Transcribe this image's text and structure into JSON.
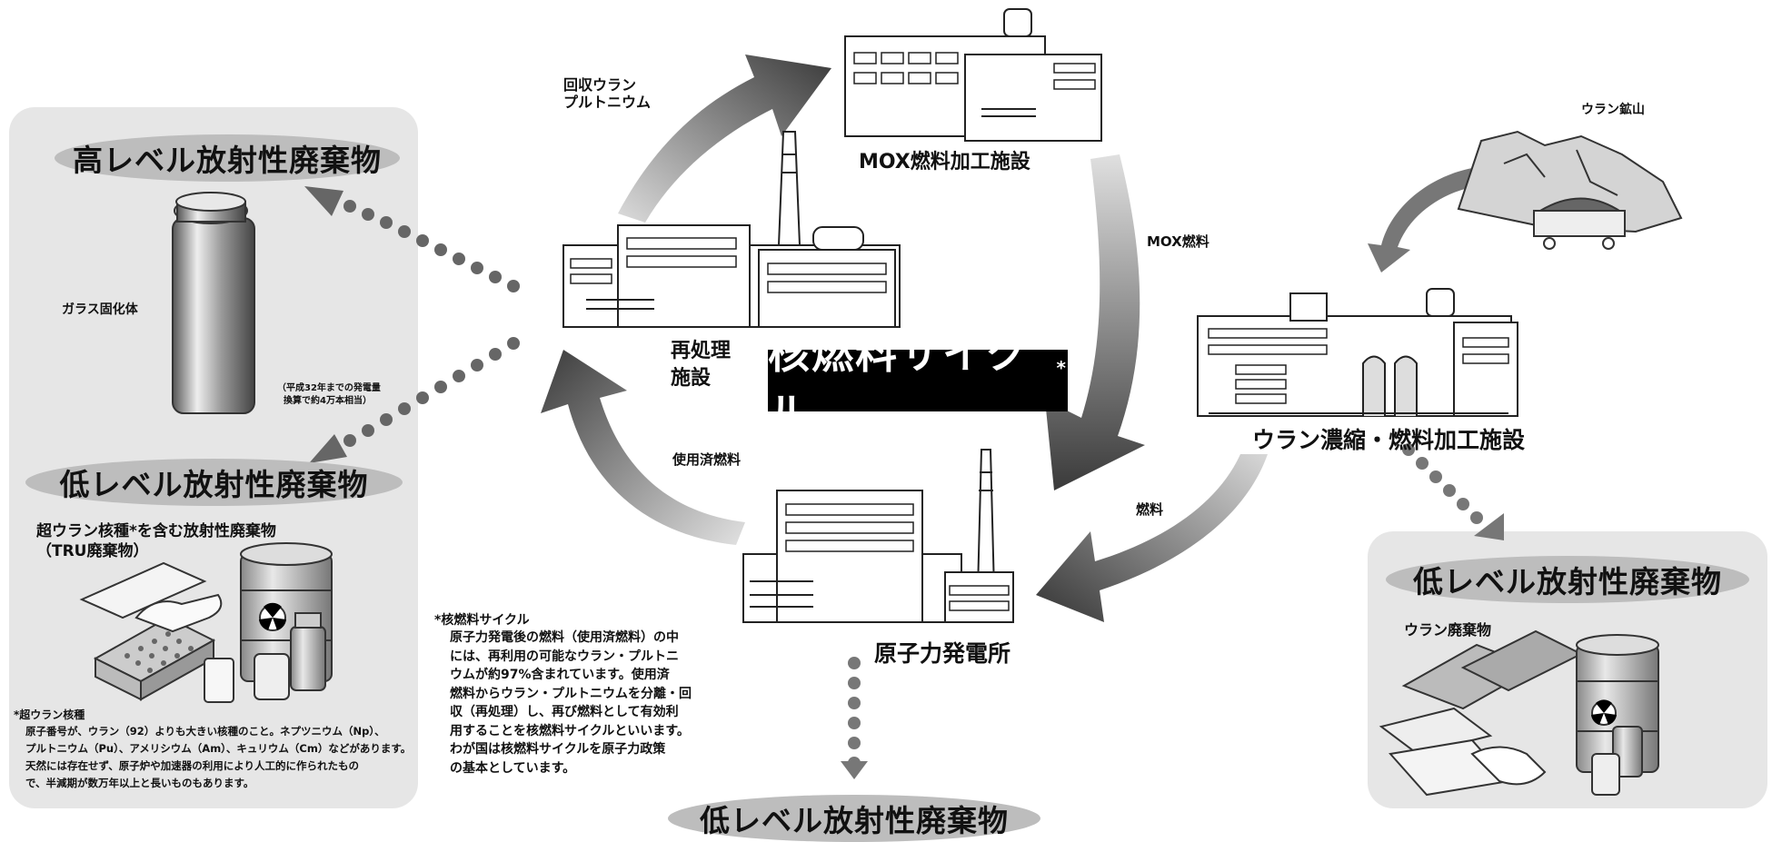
{
  "title": "核燃料サイクル",
  "title_mark": "*",
  "facilities": {
    "mox": "MOX燃料加工施設",
    "reprocessing_line1": "再処理",
    "reprocessing_line2": "施設",
    "enrichment": "ウラン濃縮・燃料加工施設",
    "power_plant": "原子力発電所",
    "uranium_mine": "ウラン鉱山"
  },
  "flows": {
    "recovered_line1": "回収ウラン",
    "recovered_line2": "プルトニウム",
    "mox_fuel": "MOX燃料",
    "spent_fuel": "使用済燃料",
    "fuel": "燃料"
  },
  "left_panel": {
    "high_level": "高レベル放射性廃棄物",
    "glass": "ガラス固化体",
    "note_line1": "（平成32年までの発電量",
    "note_line2": "換算で約4万本相当）",
    "low_level": "低レベル放射性廃棄物",
    "tru_line1": "超ウラン核種*を含む放射性廃棄物",
    "tru_line2": "（TRU廃棄物）",
    "footnote_title": "*超ウラン核種",
    "footnote_lines": [
      "原子番号が、ウラン（92）よりも大きい核種のこと。ネプツニウム（Np）、",
      "プルトニウム（Pu）、アメリシウム（Am）、キュリウム（Cm）などがあります。",
      "天然には存在せず、原子炉や加速器の利用により人工的に作られたもの",
      "で、半減期が数万年以上と長いものもあります。"
    ]
  },
  "right_panel": {
    "low_level": "低レベル放射性廃棄物",
    "uranium_waste": "ウラン廃棄物"
  },
  "bottom_low_level": "低レベル放射性廃棄物",
  "center_note": {
    "title": "*核燃料サイクル",
    "lines": [
      "原子力発電後の燃料（使用済燃料）の中",
      "には、再利用の可能なウラン・プルトニ",
      "ウムが約97%含まれています。使用済",
      "燃料からウラン・プルトニウムを分離・回",
      "収（再処理）し、再び燃料として有効利",
      "用することを核燃料サイクルといいます。",
      "わが国は核燃料サイクルを原子力政策",
      "の基本としています。"
    ]
  },
  "colors": {
    "panel": "#e6e6e6",
    "pill": "#bdbdbd",
    "arrow": "#555555",
    "title_bg": "#000000"
  }
}
